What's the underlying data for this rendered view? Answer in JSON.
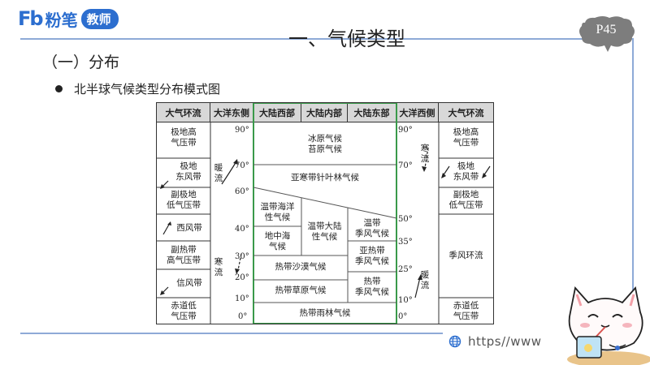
{
  "logo": {
    "mark": "Fb",
    "brand": "粉笔",
    "tag": "教师"
  },
  "page_badge": "P45",
  "title": "一、气候类型",
  "section_heading": "（一）分布",
  "bullet_text": "北半球气候类型分布模式图",
  "url_text": "https//www",
  "colors": {
    "accent_blue": "#2c6ecf",
    "frame_blue": "#8eaad7",
    "continent_green": "#3a9a4a",
    "header_gray": "#d8d8d8",
    "badge_gray": "#7d7d7d"
  },
  "diagram": {
    "headers": {
      "left_circ": "大气环流",
      "ocean_east": "大洋东侧",
      "cont_west": "大陆西部",
      "cont_inner": "大陆内部",
      "cont_east": "大陆东部",
      "ocean_west": "大洋西侧",
      "right_circ": "大气环流"
    },
    "left_belts": [
      "极地高\n气压带",
      "极地\n东风带",
      "副极地\n低气压带",
      "西风带",
      "副热带\n高气压带",
      "信风带",
      "赤道低\n气压带"
    ],
    "right_belts": [
      "极地高\n气压带",
      "极地\n东风带",
      "副极地\n低气压带",
      "季风环流",
      "赤道低\n气压带"
    ],
    "left_lats": [
      "90°",
      "70°",
      "60°",
      "40°",
      "30°",
      "20°",
      "10°",
      "0°"
    ],
    "right_lats": [
      "90°",
      "70°",
      "50°",
      "35°",
      "25°",
      "10°",
      "0°"
    ],
    "left_currents": {
      "warm": "暖\n流",
      "cold": "寒\n流"
    },
    "right_currents": {
      "cold": "寒\n流",
      "warm": "暖\n流"
    },
    "climates": {
      "ice": "冰原气候\n苔原气候",
      "subarctic": "亚寒带针叶林气候",
      "temp_marine": "温带海洋\n性气候",
      "mediterranean": "地中海\n气候",
      "temp_continental": "温带大陆\n性气候",
      "temp_monsoon": "温带\n季风气候",
      "subtrop_monsoon": "亚热带\n季风气候",
      "desert": "热带沙漠气候",
      "savanna": "热带草原气候",
      "trop_monsoon": "热带\n季风气候",
      "rainforest": "热带雨林气候"
    }
  }
}
